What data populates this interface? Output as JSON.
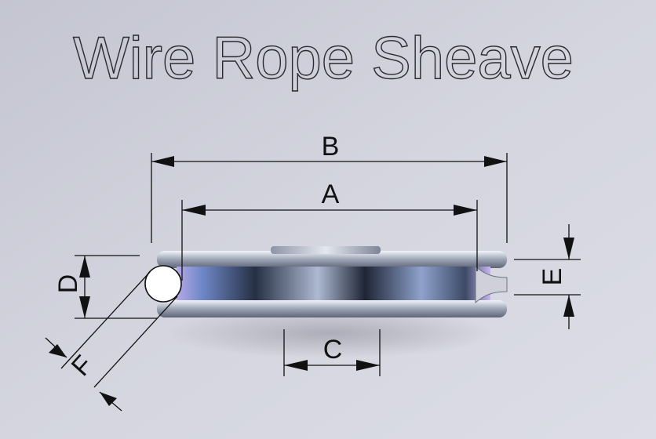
{
  "title": "Wire Rope Sheave",
  "labels": {
    "a": "A",
    "b": "B",
    "c": "C",
    "d": "D",
    "e": "E",
    "f": "F"
  }
}
